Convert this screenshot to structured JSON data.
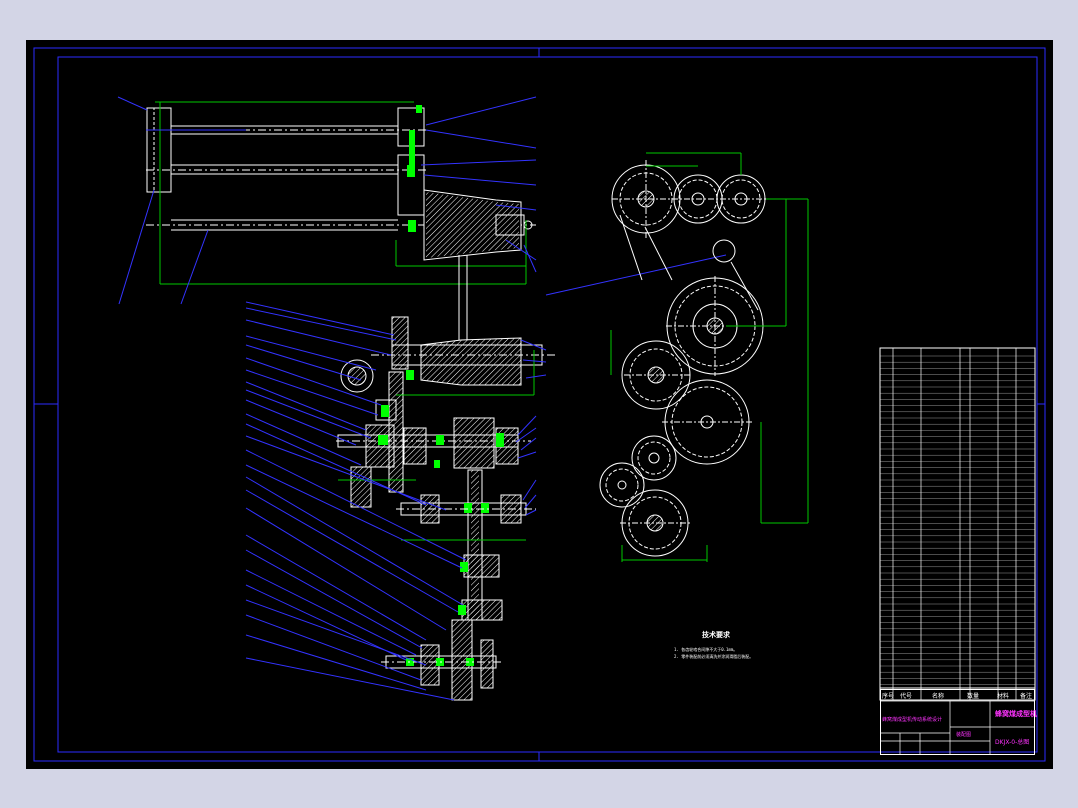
{
  "drawing": {
    "technical_requirements": {
      "title": "技术要求",
      "lines": [
        "1. 各齿轮啮合间隙不大于0.1mm。",
        "2. 零件装配前必须清洗并涂润滑脂后装配。"
      ]
    },
    "title_block": {
      "drawing_title": "蜂窝煤成型机",
      "drawing_number": "DKJX-0-总图",
      "left_label": "蜂窝煤成型机传动系统设计",
      "scale_label": "装配图",
      "header_cols": [
        "序号",
        "代号",
        "名称",
        "数量",
        "材料",
        "备注"
      ]
    },
    "colors": {
      "background": "#000000",
      "frame": "#2222ff",
      "part": "#ffffff",
      "dimension": "#00c800",
      "leader": "#3333ff",
      "highlight": "#00ff00",
      "title": "#ff33ff",
      "text": "#ffff33"
    }
  }
}
